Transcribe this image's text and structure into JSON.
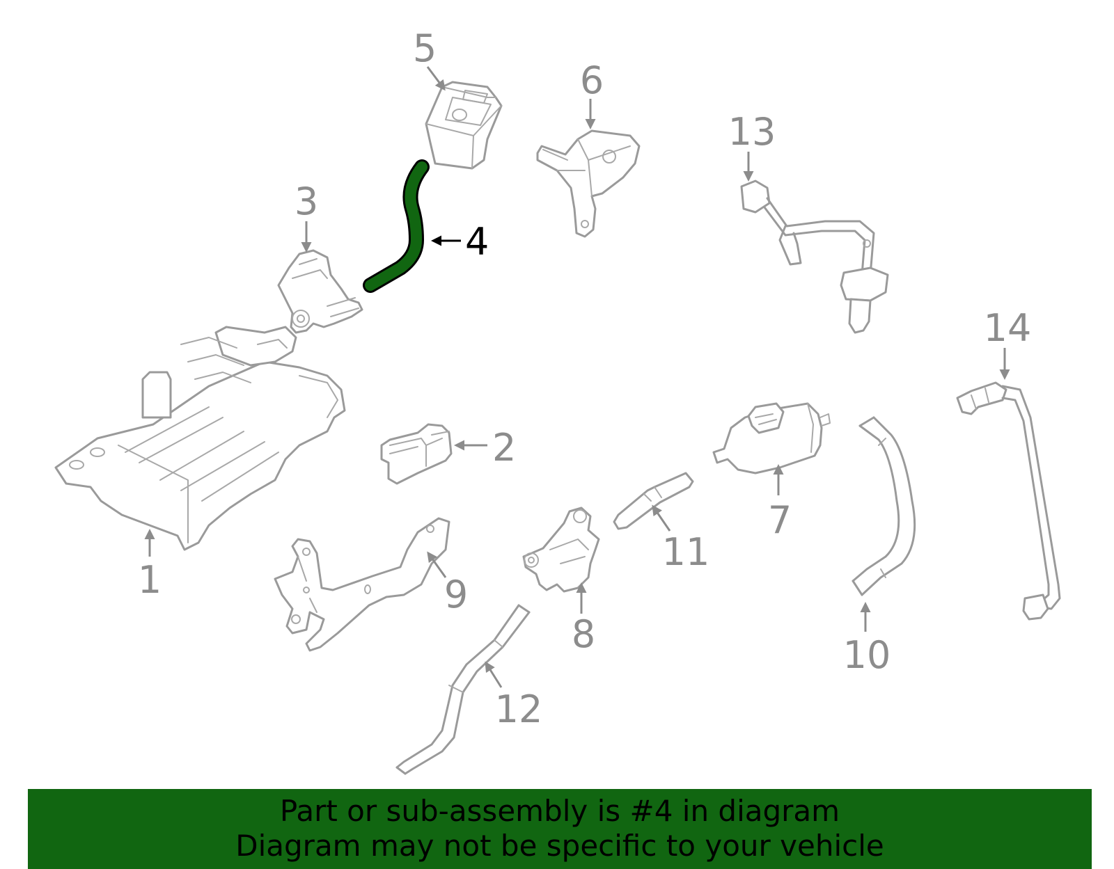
{
  "callouts": [
    {
      "id": "1",
      "label": "1"
    },
    {
      "id": "2",
      "label": "2"
    },
    {
      "id": "3",
      "label": "3"
    },
    {
      "id": "4",
      "label": "4"
    },
    {
      "id": "5",
      "label": "5"
    },
    {
      "id": "6",
      "label": "6"
    },
    {
      "id": "7",
      "label": "7"
    },
    {
      "id": "8",
      "label": "8"
    },
    {
      "id": "9",
      "label": "9"
    },
    {
      "id": "10",
      "label": "10"
    },
    {
      "id": "11",
      "label": "11"
    },
    {
      "id": "12",
      "label": "12"
    },
    {
      "id": "13",
      "label": "13"
    },
    {
      "id": "14",
      "label": "14"
    }
  ],
  "highlighted_part": "4",
  "colors": {
    "highlight": "#116611",
    "line": "#9a9a9a",
    "banner": "#116611"
  },
  "banner": {
    "line1": "Part or sub-assembly is #4 in diagram",
    "line2": "Diagram may not be specific to your vehicle"
  }
}
